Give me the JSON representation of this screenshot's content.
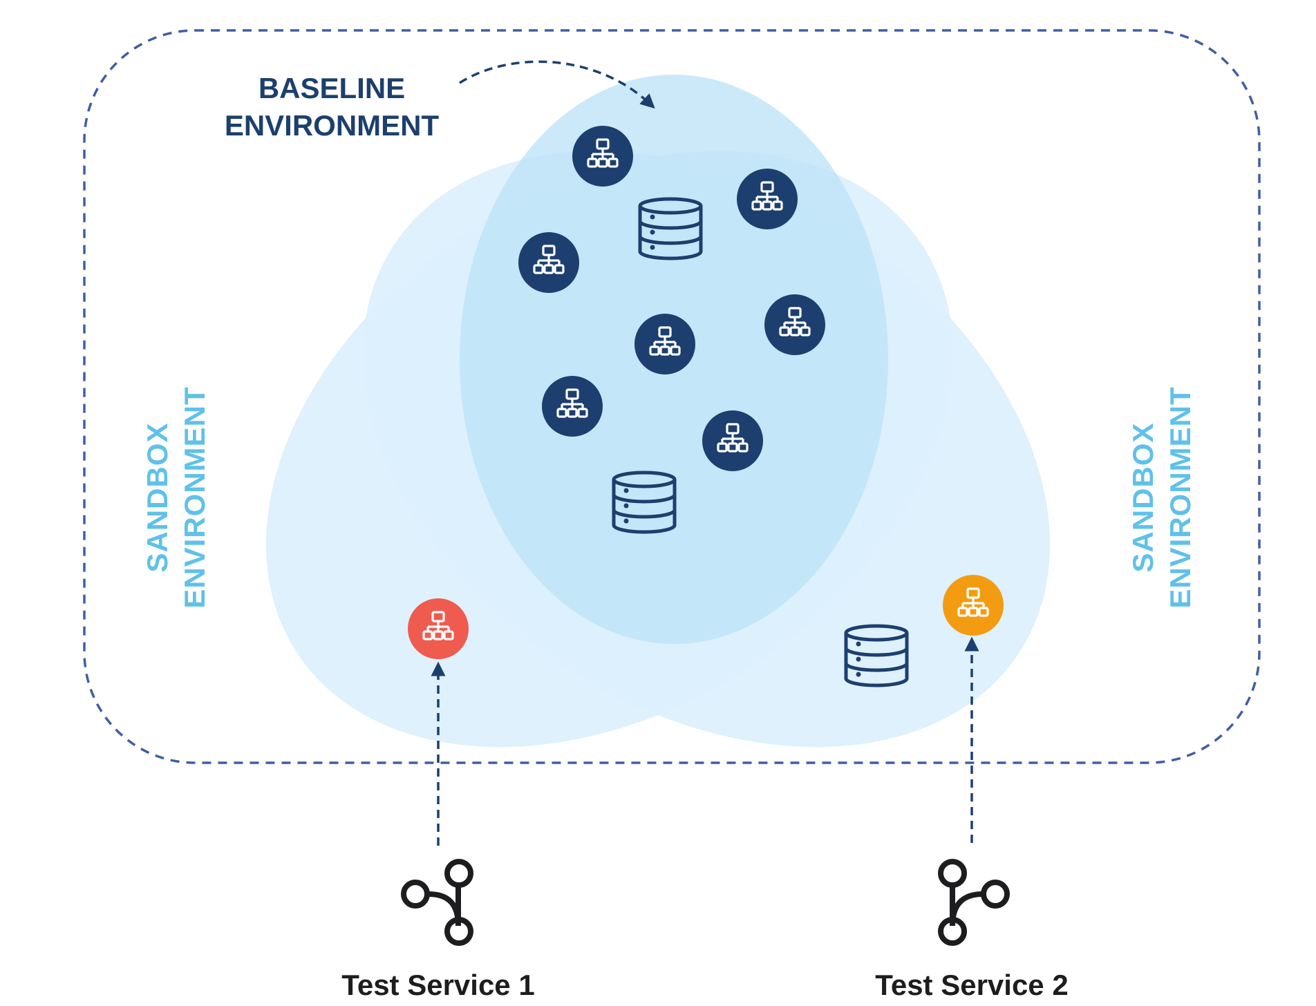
{
  "baseline": {
    "label_line1": "BASELINE",
    "label_line2": "ENVIRONMENT"
  },
  "sandbox_left": {
    "label_line1": "SANDBOX",
    "label_line2": "ENVIRONMENT"
  },
  "sandbox_right": {
    "label_line1": "SANDBOX",
    "label_line2": "ENVIRONMENT"
  },
  "services": [
    {
      "label": "Test Service 1",
      "icon": "git-branch-icon",
      "target": "red-service-node"
    },
    {
      "label": "Test Service 2",
      "icon": "git-branch-icon",
      "target": "orange-service-node"
    }
  ],
  "icons": {
    "service": "network-hierarchy-icon",
    "database": "database-icon",
    "branch": "git-branch-icon"
  },
  "colors": {
    "baseline_node": "#1d3f6f",
    "test_service_1_node": "#ef5b4f",
    "test_service_2_node": "#f39c12",
    "baseline_area": "#bee4f7",
    "sandbox_area": "#dbf0fd",
    "boundary": "#3f5ea3",
    "sandbox_label": "#5fc1ea",
    "baseline_label": "#1c3f6e"
  }
}
